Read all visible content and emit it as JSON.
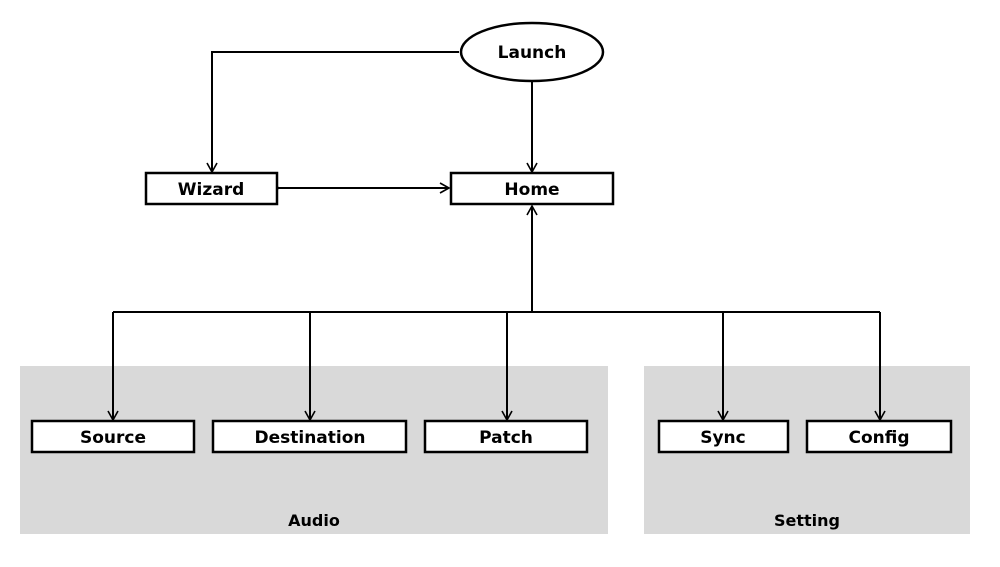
{
  "nodes": {
    "launch": {
      "label": "Launch"
    },
    "wizard": {
      "label": "Wizard"
    },
    "home": {
      "label": "Home"
    },
    "source": {
      "label": "Source"
    },
    "destination": {
      "label": "Destination"
    },
    "patch": {
      "label": "Patch"
    },
    "sync": {
      "label": "Sync"
    },
    "config": {
      "label": "Config"
    }
  },
  "groups": {
    "audio": {
      "label": "Audio"
    },
    "setting": {
      "label": "Setting"
    }
  },
  "colors": {
    "group_background": "#d9d9d9",
    "stroke": "#000000",
    "node_fill": "#ffffff"
  }
}
